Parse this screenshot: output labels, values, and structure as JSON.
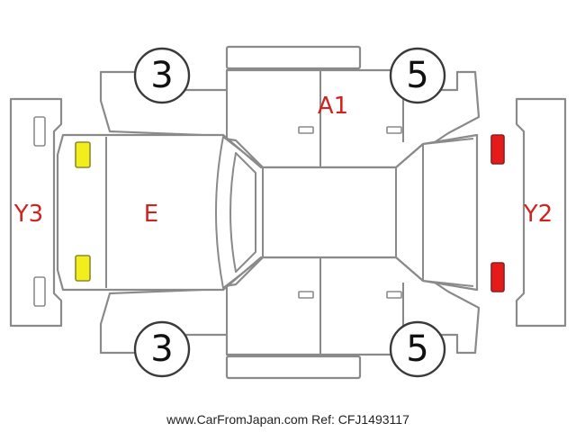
{
  "wheels": {
    "front_left": "3",
    "front_right": "5",
    "rear_left": "3",
    "rear_right": "5"
  },
  "zones": {
    "roof": "E",
    "right_side": "A1",
    "front_bumper": "Y3",
    "rear_bumper": "Y2"
  },
  "colors": {
    "zone_text": "#d0231f",
    "front_lamp": "#f2ee1c",
    "rear_lamp": "#e61a1a",
    "outline": "#8a8a8a"
  },
  "watermark": "www.CarFromJapan.com Ref: CFJ1493117"
}
